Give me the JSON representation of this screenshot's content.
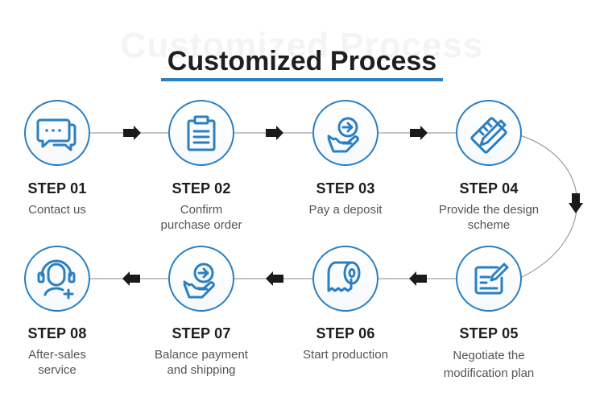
{
  "title": "Customized Process",
  "watermark": "Customized Process",
  "accent_color": "#2a7fc3",
  "arrow_color": "#1a1a1a",
  "steps": [
    {
      "num": "STEP 01",
      "desc": "Contact us",
      "icon": "chat-bubbles-icon"
    },
    {
      "num": "STEP 02",
      "desc": "Confirm\npurchase order",
      "icon": "clipboard-icon"
    },
    {
      "num": "STEP 03",
      "desc": "Pay a deposit",
      "icon": "hand-coin-icon"
    },
    {
      "num": "STEP 04",
      "desc": "Provide the design\nscheme",
      "icon": "pencil-ruler-icon"
    },
    {
      "num": "STEP 05",
      "desc": "Negotiate the\nmodification plan",
      "icon": "edit-document-icon"
    },
    {
      "num": "STEP 06",
      "desc": "Start production",
      "icon": "paper-roll-icon"
    },
    {
      "num": "STEP 07",
      "desc": "Balance payment\nand shipping",
      "icon": "hand-coin-icon"
    },
    {
      "num": "STEP 08",
      "desc": "After-sales\nservice",
      "icon": "headset-support-icon"
    }
  ]
}
